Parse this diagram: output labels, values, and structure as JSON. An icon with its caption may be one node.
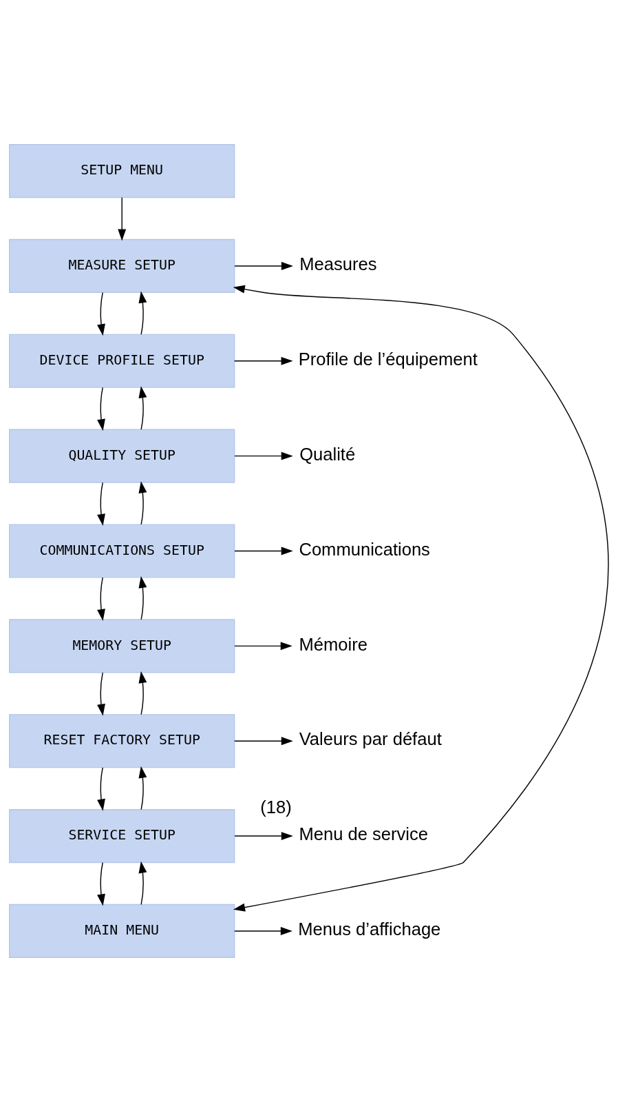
{
  "diagram": {
    "nodes": [
      {
        "text": [
          "SETUP MENU"
        ]
      },
      {
        "text": [
          "MEASURE SETUP"
        ]
      },
      {
        "text": [
          "DEVICE PROFILE SETUP"
        ]
      },
      {
        "text": [
          "QUALITY SETUP"
        ]
      },
      {
        "text": [
          "COMMUNICATIONS SETUP"
        ]
      },
      {
        "text": [
          "MEMORY SETUP"
        ]
      },
      {
        "text": [
          "RESET FACTORY SETUP"
        ]
      },
      {
        "text": [
          "SERVICE SETUP"
        ]
      },
      {
        "text": [
          "MAIN MENU"
        ]
      },
      {
        "text": [
          "Measures"
        ]
      },
      {
        "text": [
          "Profile de l’équipement"
        ]
      },
      {
        "text": [
          "Qualité"
        ]
      },
      {
        "text": [
          "Communications"
        ]
      },
      {
        "text": [
          "Mémoire"
        ]
      },
      {
        "text": [
          "Valeurs par défaut"
        ]
      },
      {
        "text": [
          "Menu de service"
        ],
        "beside": [
          "(18)"
        ]
      },
      {
        "text": [
          "Menus d’affichage"
        ]
      }
    ],
    "edges": [
      {
        "from": 0,
        "to": 1,
        "arrow": "to"
      },
      {
        "from": 1,
        "to": 9,
        "arrow": "to"
      },
      {
        "from": 1,
        "to": 2,
        "arrow": "to"
      },
      {
        "from": 2,
        "to": 1,
        "arrow": "to"
      },
      {
        "from": 2,
        "to": 10,
        "arrow": "to"
      },
      {
        "from": 2,
        "to": 3,
        "arrow": "to"
      },
      {
        "from": 3,
        "to": 2,
        "arrow": "to"
      },
      {
        "from": 3,
        "to": 11,
        "arrow": "to"
      },
      {
        "from": 3,
        "to": 4,
        "arrow": "to"
      },
      {
        "from": 4,
        "to": 3,
        "arrow": "to"
      },
      {
        "from": 4,
        "to": 12,
        "arrow": "to"
      },
      {
        "from": 4,
        "to": 5,
        "arrow": "to"
      },
      {
        "from": 5,
        "to": 4,
        "arrow": "to"
      },
      {
        "from": 5,
        "to": 13,
        "arrow": "to"
      },
      {
        "from": 5,
        "to": 6,
        "arrow": "to"
      },
      {
        "from": 6,
        "to": 5,
        "arrow": "to"
      },
      {
        "from": 6,
        "to": 14,
        "arrow": "to"
      },
      {
        "from": 6,
        "to": 7,
        "arrow": "to"
      },
      {
        "from": 7,
        "to": 6,
        "arrow": "to"
      },
      {
        "from": 7,
        "to": 15,
        "arrow": "to"
      },
      {
        "from": 7,
        "to": 8,
        "arrow": "to"
      },
      {
        "from": 8,
        "to": 7,
        "arrow": "to"
      },
      {
        "from": 8,
        "to": 16,
        "arrow": "to"
      },
      {
        "from": 8,
        "to": 1,
        "arrow": "both"
      }
    ]
  }
}
